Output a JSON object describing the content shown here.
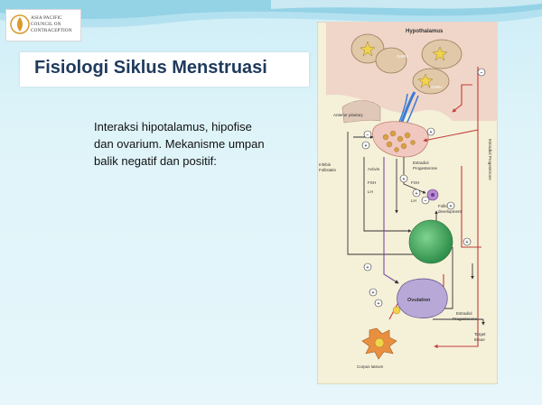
{
  "slide": {
    "logo_lines": [
      "ASIA PACIFIC",
      "COUNCIL ON",
      "CONTRACEPTION"
    ],
    "title": "Fisiologi Siklus Menstruasi",
    "body_lines": [
      "Interaksi hipotalamus, hipofise",
      "dan ovarium. Mekanisme umpan",
      "balik negatif dan positif:"
    ]
  },
  "diagram": {
    "labels": {
      "hypothalamus": "Hypothalamus",
      "gnrh1": "GnRH",
      "gnrh2": "GnRH",
      "anterior_pituitary": "Anterior pituitary",
      "inhibin": "Inhibin\nFollistatin",
      "activin": "Activin",
      "fsh1": "FSH",
      "lh1": "LH",
      "estradiol1": "Estradiol\nProgesterone",
      "fsh2": "FSH",
      "lh2": "LH",
      "follicular": "Follicular\ndevelopment",
      "side_estradiol": "Estradiol Progesterone",
      "ovulation": "Ovulation",
      "estradiol2": "Estradiol\nProgesterone",
      "target": "Target\ntissue",
      "corpus": "Corpus luteum"
    }
  },
  "colors": {
    "title": "#1f3a5c",
    "background": "#dff4f9",
    "diagram_bg": "#f5f0d8",
    "hypothalamus_bg": "#f0d6c8",
    "arrow_red": "#c23b3b",
    "ovary_green": "#3aa35a",
    "ovulation_purple": "#b8a8d8",
    "corpus_orange": "#e89040"
  }
}
